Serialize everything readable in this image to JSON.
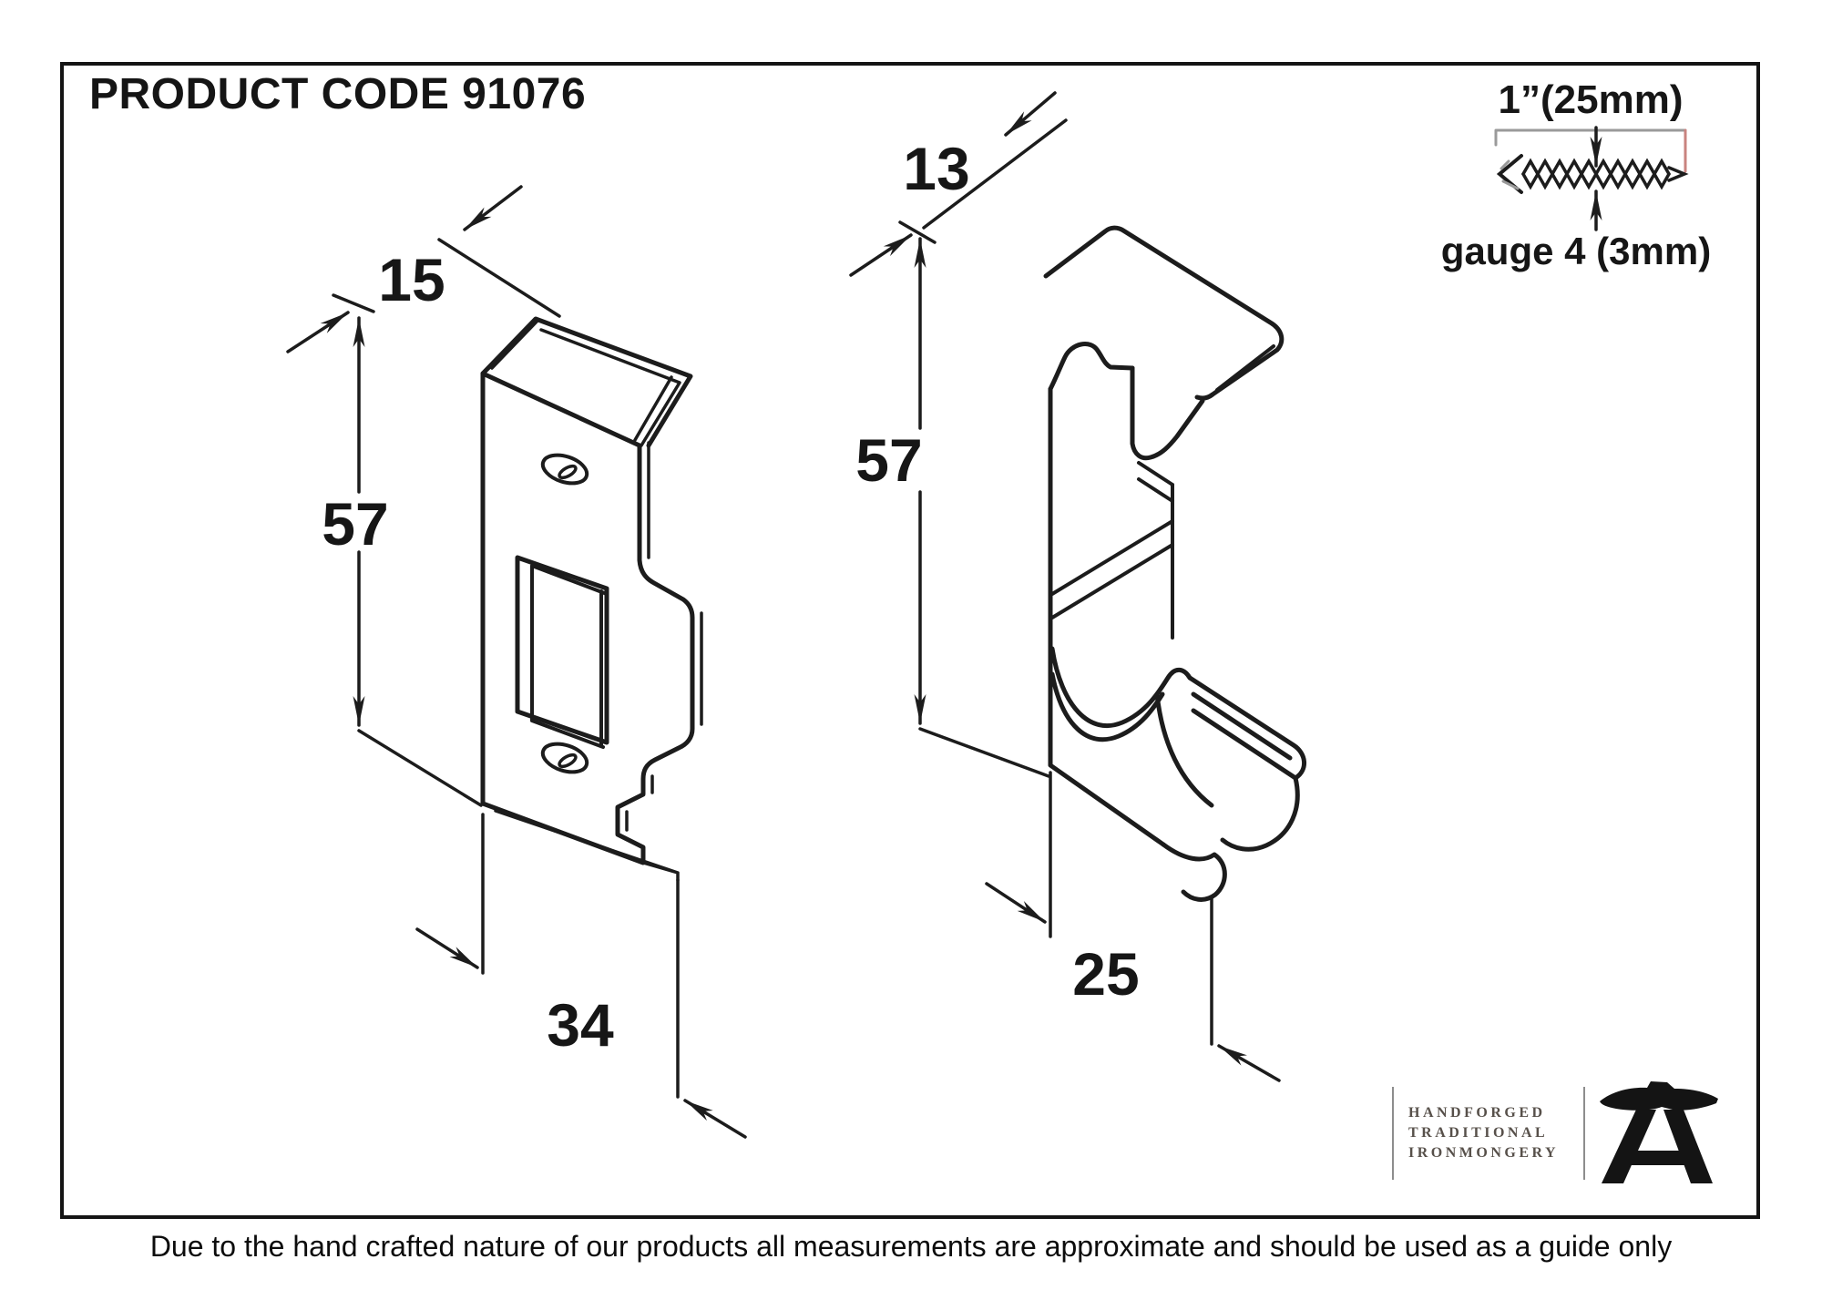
{
  "page": {
    "title": "PRODUCT CODE 91076"
  },
  "drawing": {
    "plate_front": {
      "description": "rebate kit striking plate, isometric view",
      "dims": {
        "width_top": "15",
        "height": "57",
        "width_bottom": "34"
      }
    },
    "plate_rebate": {
      "description": "rebate kit latch component, isometric view",
      "dims": {
        "depth": "13",
        "height": "57",
        "width": "25"
      }
    },
    "screw": {
      "length_label": "1”(25mm)",
      "gauge_label": "gauge 4 (3mm)"
    }
  },
  "logo": {
    "line1": "HANDFORGED",
    "line2": "TRADITIONAL",
    "line3": "IRONMONGERY"
  },
  "footer": {
    "disclaimer": "Due to the hand crafted nature of our products all measurements are approximate and should be used as a guide only"
  },
  "colors": {
    "ink": "#1c1c1c",
    "dim_gray": "#9a9a9a",
    "tick_red": "#c9837f",
    "logo_text": "#57504a"
  }
}
